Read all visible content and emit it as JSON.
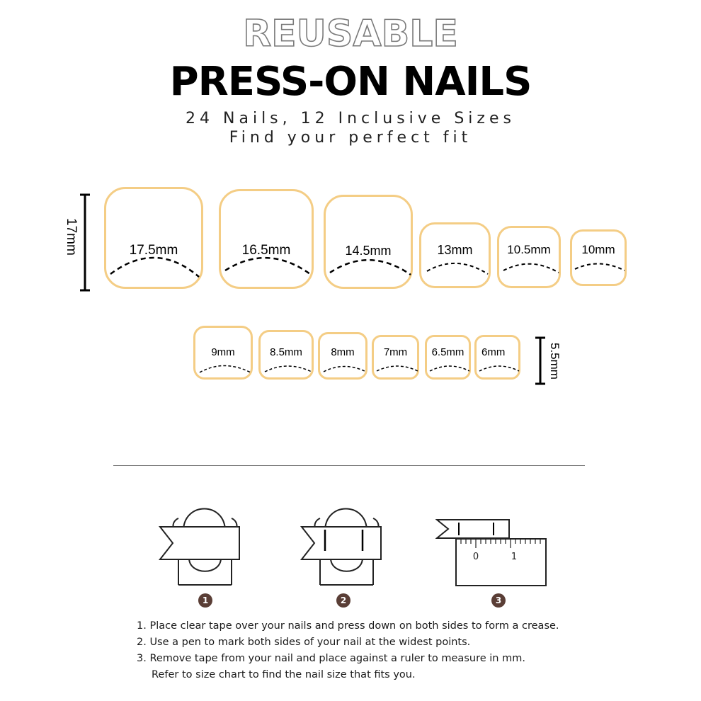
{
  "header": {
    "title_outline": "REUSABLE",
    "title_main": "PRESS-ON NAILS",
    "subtitle_1": "24 Nails, 12 Inclusive Sizes",
    "subtitle_2": "Find your perfect fit"
  },
  "colors": {
    "nail_border": "#f4cd85",
    "step_badge": "#5a3e36"
  },
  "size_chart": {
    "row1_height_label": "17mm",
    "row2_height_label": "5.5mm",
    "row1": [
      "17.5mm",
      "16.5mm",
      "14.5mm",
      "13mm",
      "10.5mm",
      "10mm"
    ],
    "row2": [
      "9mm",
      "8.5mm",
      "8mm",
      "7mm",
      "6.5mm",
      "6mm"
    ]
  },
  "ruler": {
    "mark_0": "0",
    "mark_1": "1"
  },
  "steps": {
    "badges": [
      "1",
      "2",
      "3"
    ],
    "instructions": [
      "1. Place clear tape over your nails and press down on both sides to form a crease.",
      "2. Use a pen to mark both sides of your nail at the widest points.",
      "3. Remove tape from your nail and place against a ruler to measure in mm.",
      "Refer to size chart to find the nail size that fits you."
    ]
  }
}
